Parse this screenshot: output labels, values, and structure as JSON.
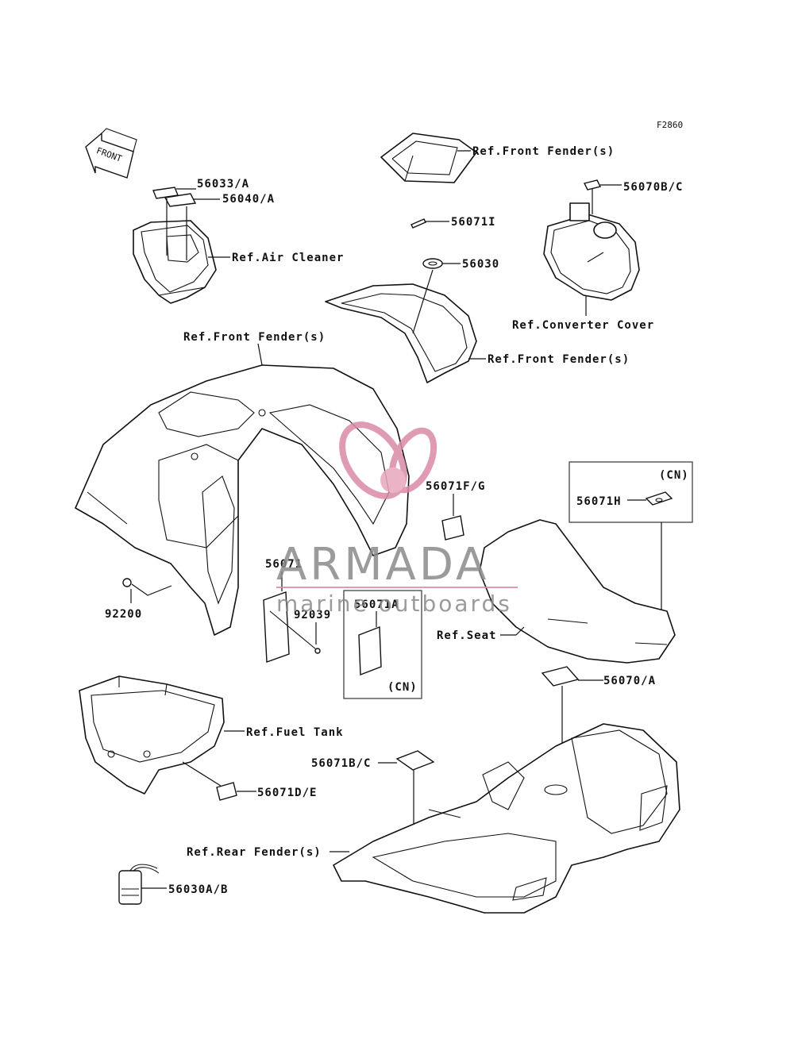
{
  "figure_code": "F2860",
  "front_arrow_text": "FRONT",
  "labels": {
    "l_56033A": "56033/A",
    "l_56040A": "56040/A",
    "l_air_cleaner": "Ref.Air Cleaner",
    "l_front_fender_top": "Ref.Front Fender(s)",
    "l_56071I": "56071I",
    "l_56070BC": "56070B/C",
    "l_56030": "56030",
    "l_converter": "Ref.Converter Cover",
    "l_front_fender_mid": "Ref.Front Fender(s)",
    "l_front_fender_main": "Ref.Front Fender(s)",
    "l_56071FG": "56071F/G",
    "l_cn_top": "(CN)",
    "l_56071H": "56071H",
    "l_56071": "56071",
    "l_92200": "92200",
    "l_92039": "92039",
    "l_56071A": "56071A",
    "l_cn_bottom": "(CN)",
    "l_seat": "Ref.Seat",
    "l_56070A": "56070/A",
    "l_fuel_tank": "Ref.Fuel Tank",
    "l_56071BC": "56071B/C",
    "l_56071DE": "56071D/E",
    "l_rear_fender": "Ref.Rear Fender(s)",
    "l_56030AB": "56030A/B"
  },
  "watermark": {
    "brand": "ARMADA",
    "tagline": "marine outboards",
    "color": "#d98aa6"
  }
}
